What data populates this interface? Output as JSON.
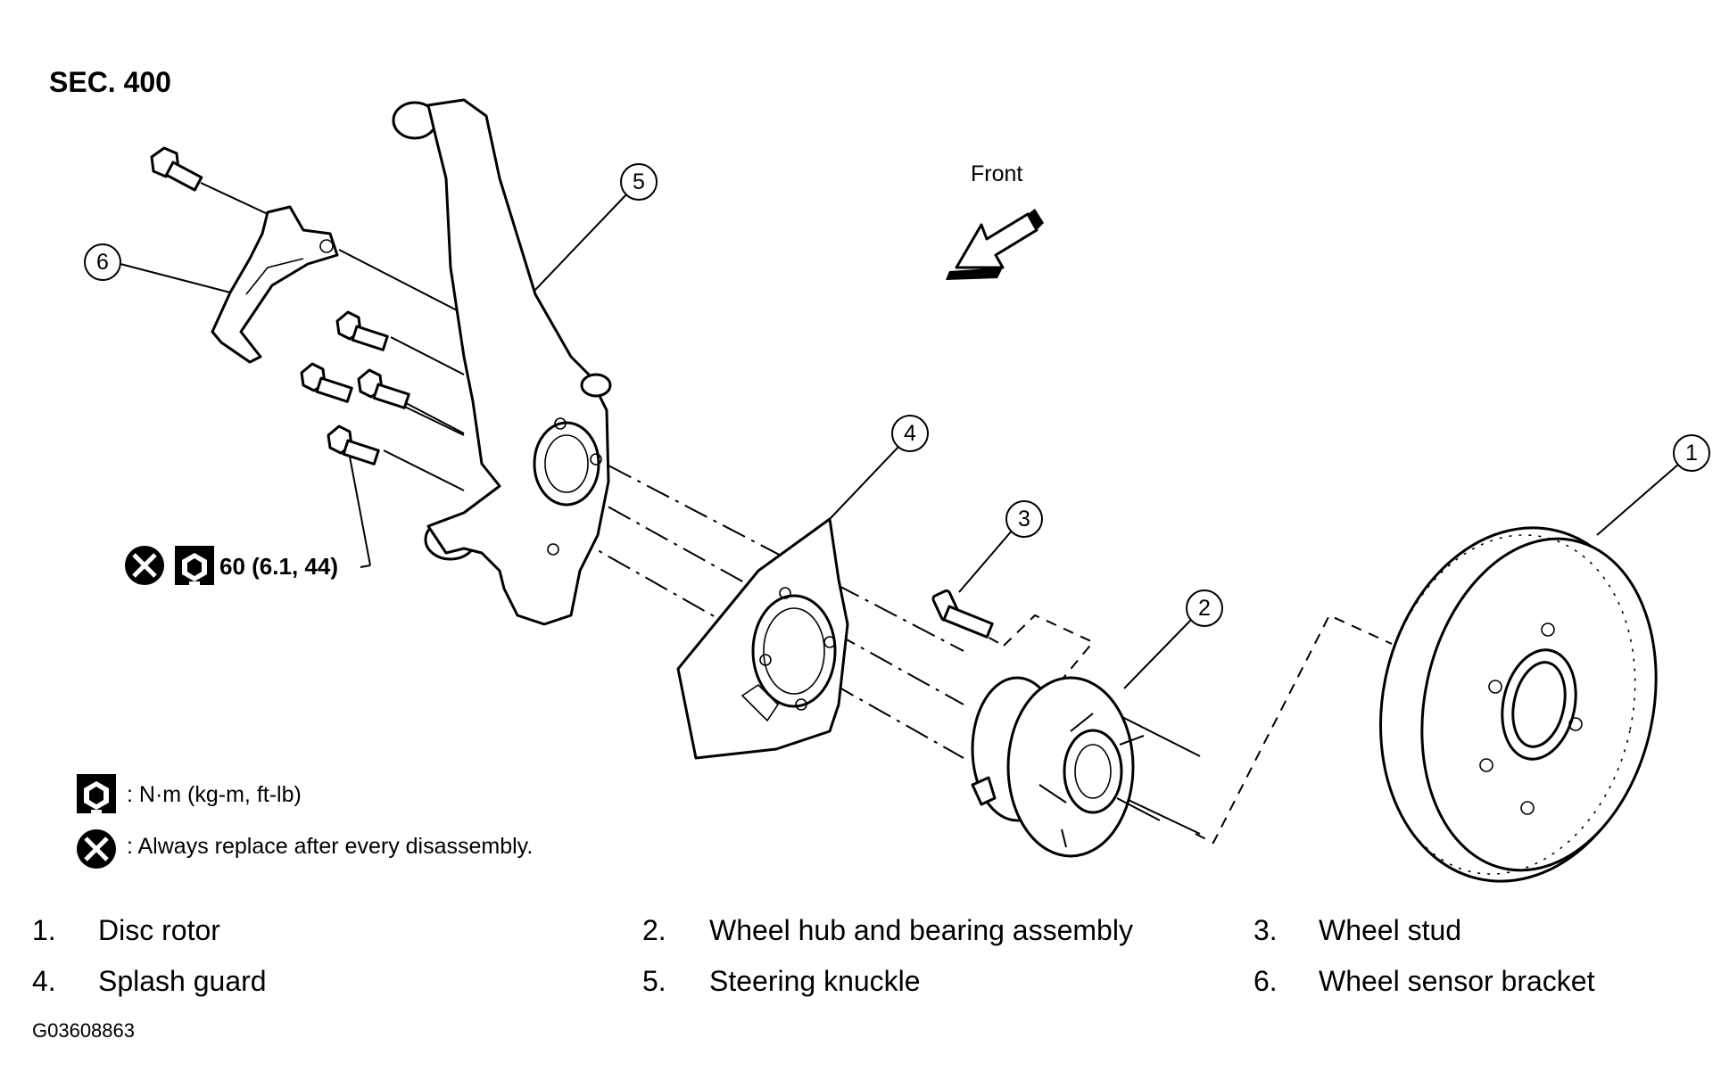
{
  "section_label": "SEC. 400",
  "direction_label": "Front",
  "callouts": [
    "1",
    "2",
    "3",
    "4",
    "5",
    "6"
  ],
  "torque_spec": "60 (6.1, 44)",
  "legend": {
    "torque_symbol_text": ": N·m (kg-m, ft-lb)",
    "replace_symbol_text": ": Always replace after every disassembly."
  },
  "parts_list": [
    {
      "num": "1.",
      "name": "Disc rotor"
    },
    {
      "num": "2.",
      "name": "Wheel hub and bearing assembly"
    },
    {
      "num": "3.",
      "name": "Wheel stud"
    },
    {
      "num": "4.",
      "name": "Splash guard"
    },
    {
      "num": "5.",
      "name": "Steering knuckle"
    },
    {
      "num": "6.",
      "name": "Wheel sensor bracket"
    }
  ],
  "figure_code": "G03608863",
  "icons": {
    "torque": "torque-wrench-icon",
    "replace": "always-replace-icon",
    "direction": "front-arrow-icon"
  }
}
